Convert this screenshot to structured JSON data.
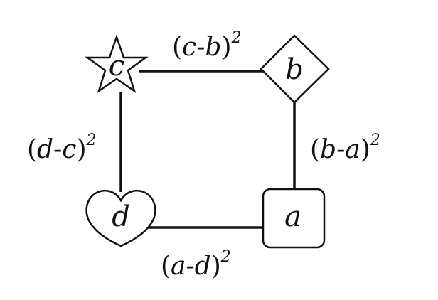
{
  "nodes": {
    "a": {
      "label": "a",
      "shape": "rounded-square"
    },
    "b": {
      "label": "b",
      "shape": "diamond"
    },
    "c": {
      "label": "c",
      "shape": "star"
    },
    "d": {
      "label": "d",
      "shape": "heart"
    }
  },
  "edges": {
    "cb": {
      "open": "(",
      "v1": "c",
      "minus": "-",
      "v2": "b",
      "close": ")",
      "exp": "2"
    },
    "ba": {
      "open": "(",
      "v1": "b",
      "minus": "-",
      "v2": "a",
      "close": ")",
      "exp": "2"
    },
    "dc": {
      "open": "(",
      "v1": "d",
      "minus": "-",
      "v2": "c",
      "close": ")",
      "exp": "2"
    },
    "ad": {
      "open": "(",
      "v1": "a",
      "minus": "-",
      "v2": "d",
      "close": ")",
      "exp": "2"
    }
  },
  "colors": {
    "stroke": "#111111",
    "background": "#ffffff"
  }
}
